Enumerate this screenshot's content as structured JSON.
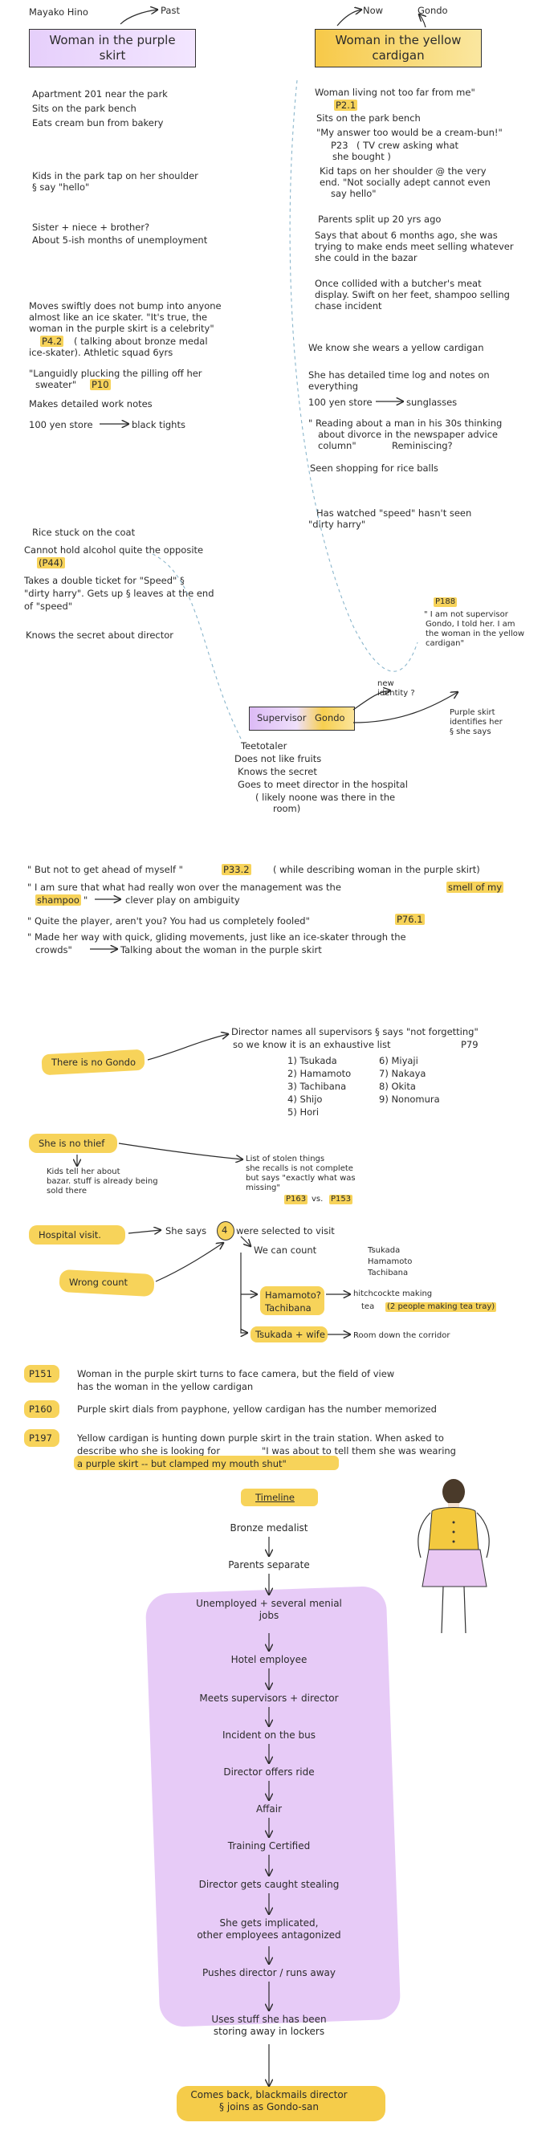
{
  "header": {
    "author": "Mayako Hino",
    "past_label": "Past",
    "now_label": "Now",
    "gondo_label": "Gondo"
  },
  "left": {
    "title": "Woman in the purple skirt",
    "items": [
      "Apartment 201 near the park",
      "Sits on the park bench",
      "Eats cream bun from bakery",
      "Kids in the park tap on her shoulder",
      "§ say \"hello\"",
      "Sister + niece + brother?",
      "About 5-ish months of unemployment",
      "Moves swiftly does not bump into anyone",
      "almost like an ice skater. \"It's true, the",
      "woman in the purple skirt is a celebrity\"",
      "P4.2",
      "( talking about bronze medal",
      "ice-skater). Athletic squad 6yrs",
      "\"Languidly plucking the pilling off her",
      "sweater\"",
      "P10",
      "Makes detailed work notes",
      "100 yen store",
      "black tights",
      "Rice stuck on the coat",
      "Cannot hold alcohol quite the opposite",
      "(P44)",
      "Takes a double ticket for \"Speed\" §",
      "\"dirty harry\". Gets up § leaves at the end",
      "of \"speed\"",
      "Knows the secret about director"
    ]
  },
  "right": {
    "title": "Woman in the yellow cardigan",
    "items": [
      "Woman living not too far from me\"",
      "P2.1",
      "Sits on the park bench",
      "\"My answer too would be a cream-bun!\"",
      "P23",
      "( TV crew asking what",
      "she bought )",
      "Kid taps on her shoulder @ the very",
      "end. \"Not socially adept cannot even",
      "say hello\"",
      "Parents split up 20 yrs ago",
      "Says that about 6 months ago, she was",
      "trying to make ends meet selling whatever",
      "she could in the bazar",
      "Once collided with a butcher's meat",
      "display. Swift on her feet, shampoo selling",
      "chase incident",
      "We know she wears a yellow cardigan",
      "She has detailed time log and notes on",
      "everything",
      "100 yen store",
      "sunglasses",
      "\" Reading about a man in his 30s thinking",
      "about divorce in the newspaper advice",
      "column\"",
      "Reminiscing?",
      "Seen shopping for rice balls",
      "Has watched \"speed\" hasn't seen",
      "\"dirty harry\"",
      "P188",
      "\" I am not supervisor",
      "Gondo, I told her. I am",
      "the woman in the yellow",
      "cardigan\""
    ]
  },
  "middle": {
    "box_supervisor": "Supervisor",
    "box_gondo": "Gondo",
    "new_identity": "new\nidentity ?",
    "purple_identifies": "Purple skirt\nidentifies her\n§ she says",
    "facts": [
      "Teetotaler",
      "Does not like fruits",
      "Knows the secret",
      "Goes to meet director in the hospital",
      "( likely noone was there in the",
      "room)"
    ]
  },
  "quotes": [
    "\" But not to get ahead of myself \"",
    "P33.2",
    "( while describing woman in the purple skirt)",
    "\" I am sure that what had really won over the management was the",
    "smell of my",
    "shampoo",
    "\"",
    "clever play on ambiguity",
    "\" Quite the player, aren't you? You had us completely fooled\"",
    "P76.1",
    "\" Made her way with quick, gliding movements, just like an ice-skater through the",
    "crowds\"",
    "Talking about the woman in the purple skirt"
  ],
  "clues": {
    "no_gondo": "There is no Gondo",
    "director_names": "Director names all supervisors § says \"not forgetting\"",
    "exhaustive": "so we know it is an exhaustive list",
    "exhaustive_page": "P79",
    "names": [
      "1) Tsukada",
      "2) Hamamoto",
      "3) Tachibana",
      "4) Shijo",
      "5) Hori",
      "6) Miyaji",
      "7) Nakaya",
      "8) Okita",
      "9) Nonomura"
    ],
    "no_thief": "She is no thief",
    "kids_tell": "Kids tell her about\nbazar. stuff is already being\nsold there",
    "stolen": "List of stolen things\nshe recalls is not complete\nbut says \"exactly what was\nmissing\"",
    "p163": "P163",
    "vs": "vs.",
    "p153": "P153",
    "hospital": "Hospital visit.",
    "she_says": "She says",
    "four": "4",
    "were_selected": "were selected to visit",
    "we_can_count": "We can count",
    "count_names": [
      "Tsukada",
      "Hamamoto",
      "Tachibana"
    ],
    "wrong_count": "Wrong count",
    "hamamoto": "Hamamoto?",
    "tachibana": "Tachibana",
    "hitchcock": "hitchcockte making",
    "tea": "tea",
    "two_people": "(2 people making tea tray)",
    "tsukada_wife": "Tsukada + wife",
    "room_down": "Room down the corridor"
  },
  "pages": [
    {
      "p": "P151",
      "text": "Woman in the purple skirt turns to face camera, but the field of view",
      "text2": "has the woman in the yellow cardigan"
    },
    {
      "p": "P160",
      "text": "Purple skirt dials from payphone, yellow cardigan has the number memorized",
      "text2": ""
    },
    {
      "p": "P197",
      "text": "Yellow cardigan is hunting down purple skirt in the train station. When asked to",
      "text2": "describe who she is looking for",
      "text3": "\"I was about to tell them she was wearing",
      "text4": "a purple skirt -- but clamped my mouth shut\""
    }
  ],
  "timeline": {
    "title": "Timeline",
    "steps": [
      "Bronze medalist",
      "Parents separate",
      "Unemployed + several menial\njobs",
      "Hotel employee",
      "Meets supervisors + director",
      "Incident on the bus",
      "Director offers ride",
      "Affair",
      "Training Certified",
      "Director gets caught stealing",
      "She gets implicated,\nother employees antagonized",
      "Pushes director / runs away",
      "Uses stuff she has been\nstoring away in lockers",
      "Comes back, blackmails director\n§ joins as Gondo-san"
    ]
  },
  "colors": {
    "purple": "#d9b6f2",
    "yellow": "#f7d35a",
    "ink": "#2b2b2b",
    "dashed_blue": "#8ab6cc"
  }
}
